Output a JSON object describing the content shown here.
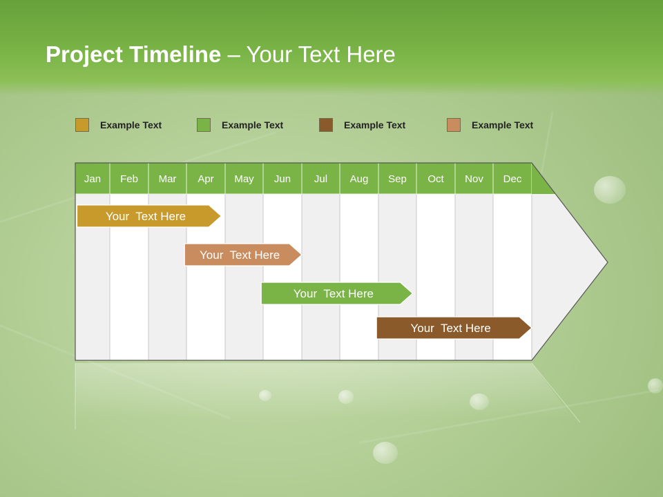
{
  "title": {
    "bold": "Project Timeline",
    "rest": " – Your Text Here"
  },
  "legend": [
    {
      "label": "Example Text",
      "color": "#c89a2c"
    },
    {
      "label": "Example Text",
      "color": "#7ab447"
    },
    {
      "label": "Example Text",
      "color": "#8b5a2b"
    },
    {
      "label": "Example Text",
      "color": "#c98c5e"
    }
  ],
  "months": [
    "Jan",
    "Feb",
    "Mar",
    "Apr",
    "May",
    "Jun",
    "Jul",
    "Aug",
    "Sep",
    "Oct",
    "Nov",
    "Dec"
  ],
  "colors": {
    "month_header": "#7ab447",
    "grid_line": "#c7c7c7",
    "column_shade": "#f0f0f0",
    "column_plain": "#ffffff"
  },
  "tasks": [
    {
      "label": "Your  Text Here",
      "start": 0.05,
      "end": 3.9,
      "color": "#c89a2c"
    },
    {
      "label": "Your  Text Here",
      "start": 2.95,
      "end": 6.0,
      "color": "#c98c5e"
    },
    {
      "label": "Your  Text Here",
      "start": 4.95,
      "end": 8.9,
      "color": "#7ab447"
    },
    {
      "label": "Your  Text Here",
      "start": 7.95,
      "end": 12.0,
      "color": "#8b5a2b"
    }
  ]
}
